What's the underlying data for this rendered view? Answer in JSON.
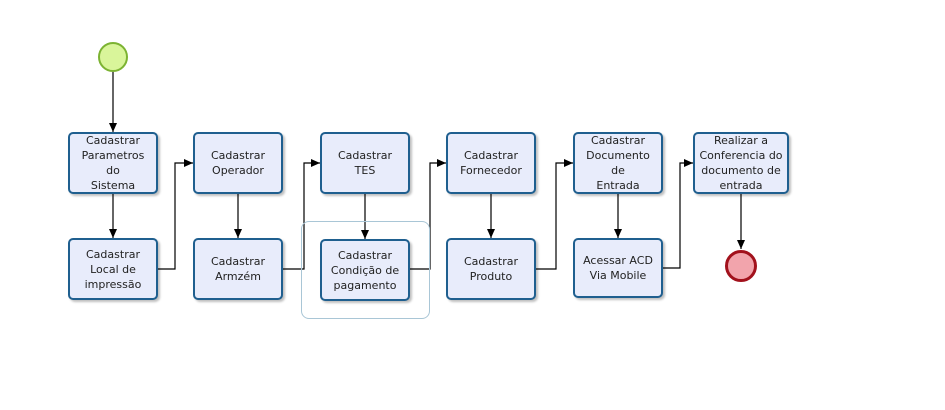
{
  "tasks": {
    "cadastrar_parametros": "Cadastrar\nParametros do\nSistema",
    "cadastrar_local_impressao": "Cadastrar\nLocal de\nimpressão",
    "cadastrar_operador": "Cadastrar\nOperador",
    "cadastrar_armazem": "Cadastrar\nArmzém",
    "cadastrar_tes": "Cadastrar TES",
    "cadastrar_condicao_pagamento": "Cadastrar\nCondição de\npagamento",
    "cadastrar_fornecedor": "Cadastrar\nFornecedor",
    "cadastrar_produto": "Cadastrar\nProduto",
    "cadastrar_documento_entrada": "Cadastrar\nDocumento de\nEntrada",
    "acessar_acd_mobile": "Acessar ACD\nVia Mobile",
    "realizar_conferencia": "Realizar a\nConferencia do\ndocumento de\nentrada"
  },
  "colors": {
    "task_fill": "#e8ecfb",
    "task_border": "#1f5f8f",
    "start_fill": "#d9f59a",
    "start_border": "#7cb332",
    "end_fill": "#f2a4ac",
    "end_border": "#a2111c",
    "connector": "#000000"
  }
}
